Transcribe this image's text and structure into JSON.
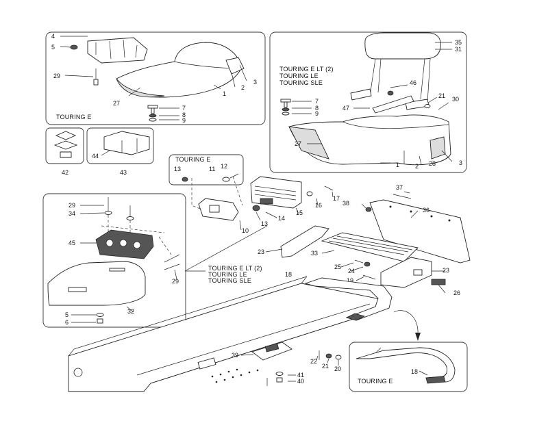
{
  "callouts": {
    "topleft": [
      "4",
      "5",
      "29",
      "27",
      "1",
      "2",
      "3",
      "7",
      "8",
      "9"
    ],
    "topright": [
      "35",
      "31",
      "46",
      "21",
      "30",
      "47",
      "7",
      "8",
      "9",
      "27",
      "1",
      "2",
      "28",
      "3"
    ],
    "small": [
      "42",
      "43",
      "44"
    ],
    "touringe_mid": [
      "13",
      "11",
      "12"
    ],
    "lights": [
      "15",
      "16",
      "17",
      "14",
      "10",
      "13"
    ],
    "leftpanel": [
      "29",
      "34",
      "45",
      "32",
      "5",
      "6",
      "29"
    ],
    "rack": [
      "37",
      "38",
      "36",
      "33",
      "23",
      "23",
      "26",
      "25",
      "24",
      "19",
      "18"
    ],
    "tunnel": [
      "39",
      "22",
      "21",
      "20",
      "41",
      "40"
    ],
    "bottomright": [
      "18"
    ]
  },
  "labels": {
    "touring_e_topleft": "TOURING E",
    "touring_e_lt_top": "TOURING E LT (2)",
    "touring_le_top": "TOURING LE",
    "touring_sle_top": "TOURING SLE",
    "touring_e_mid": "TOURING E",
    "touring_e_lt_mid": "TOURING E LT (2)",
    "touring_le_mid": "TOURING LE",
    "touring_sle_mid": "TOURING SLE",
    "touring_e_bottom": "TOURING E"
  }
}
